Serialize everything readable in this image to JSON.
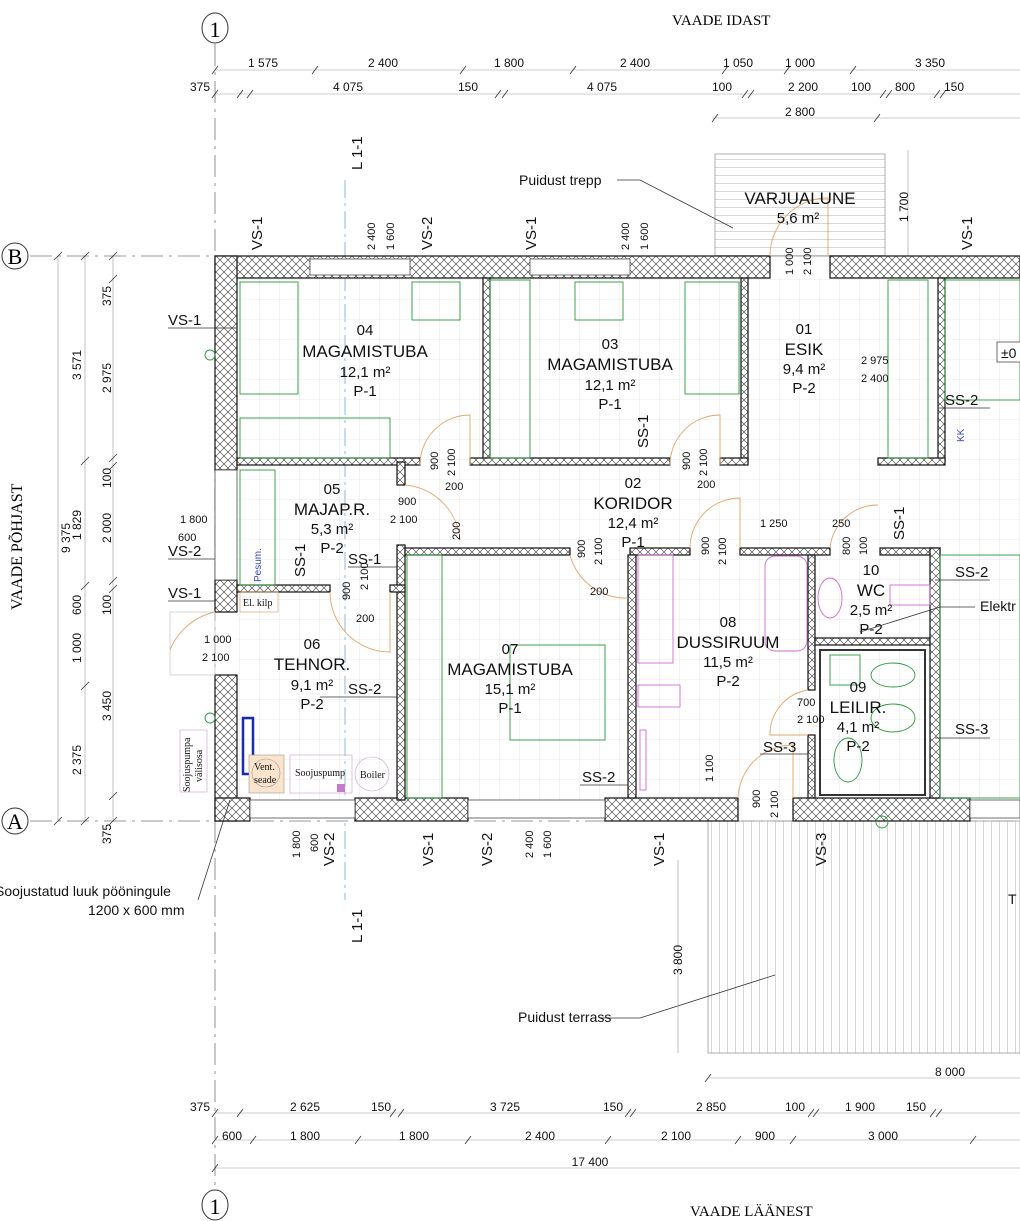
{
  "views": {
    "east": "VAADE IDAST",
    "west": "VAADE LÄÄNEST",
    "north": "VAADE PÕHJAST"
  },
  "axes": {
    "top": "1",
    "bottom": "1",
    "b": "B",
    "a": "A"
  },
  "section_marks": [
    "L 1-1",
    "L 1-1"
  ],
  "dims_top": {
    "row1": [
      "1 575",
      "2 400",
      "1 800",
      "2 400",
      "1 050",
      "1 000",
      "3 350"
    ],
    "row2": [
      "375",
      "4 075",
      "150",
      "4 075",
      "100",
      "2 200",
      "100",
      "800",
      "150"
    ],
    "row3": [
      "2 800"
    ],
    "porch_depth": "1 700"
  },
  "dims_left": {
    "total": "9 375",
    "col2": [
      "3 571",
      "1 829",
      "600",
      "1 000",
      "2 375"
    ],
    "col3": [
      "375",
      "2 975",
      "100",
      "2 000",
      "100",
      "3 450",
      "375"
    ]
  },
  "dims_bottom": {
    "row1": [
      "375",
      "2 625",
      "150",
      "3 725",
      "150",
      "2 850",
      "100",
      "1 900",
      "150"
    ],
    "row2": [
      "600",
      "1 800",
      "1 800",
      "2 400",
      "2 100",
      "900",
      "3 000"
    ],
    "total": "17 400",
    "terrace_width": "8 000",
    "terrace_depth": "3 800"
  },
  "rooms": [
    {
      "num": "04",
      "name": "MAGAMISTUBA",
      "area": "12,1 m²",
      "floor": "P-1"
    },
    {
      "num": "03",
      "name": "MAGAMISTUBA",
      "area": "12,1 m²",
      "floor": "P-1"
    },
    {
      "num": "01",
      "name": "ESIK",
      "area": "9,4 m²",
      "floor": "P-2"
    },
    {
      "num": "02",
      "name": "KORIDOR",
      "area": "12,4 m²",
      "floor": "P-1"
    },
    {
      "num": "05",
      "name": "MAJAP.R.",
      "area": "5,3 m²",
      "floor": "P-2"
    },
    {
      "num": "06",
      "name": "TEHNOR.",
      "area": "9,1 m²",
      "floor": "P-2"
    },
    {
      "num": "07",
      "name": "MAGAMISTUBA",
      "area": "15,1 m²",
      "floor": "P-1"
    },
    {
      "num": "08",
      "name": "DUSSIRUUM",
      "area": "11,5 m²",
      "floor": "P-2"
    },
    {
      "num": "10",
      "name": "WC",
      "area": "2,5 m²",
      "floor": "P-2"
    },
    {
      "num": "09",
      "name": "LEILIR.",
      "area": "4,1 m²",
      "floor": "P-2"
    },
    {
      "num": "",
      "name": "VARJUALUNE",
      "area": "5,6 m²",
      "floor": ""
    }
  ],
  "wall_tags": {
    "vs1": "VS-1",
    "vs2": "VS-2",
    "vs3": "VS-3",
    "ss1": "SS-1",
    "ss2": "SS-2",
    "ss3": "SS-3"
  },
  "opening_dims": {
    "w2400": "2 400",
    "w1600": "1 600",
    "d1000": "1 000",
    "d2100": "2 100",
    "d900": "900",
    "d800": "800",
    "d700": "700",
    "d100": "100",
    "d200": "200",
    "d1250": "1 250",
    "d250": "250",
    "d1100": "1 100",
    "w1800": "1 800",
    "w600": "600",
    "w2975": "2 975",
    "w2400b": "2 400"
  },
  "annotations": {
    "stair": "Puidust trepp",
    "terrace": "Puidust terrass",
    "hatch_line1": "Soojustatud luuk pööningule",
    "hatch_line2": "1200 x 600 mm",
    "electric": "Elektr",
    "level": "±0",
    "terrace_cut": "T"
  },
  "equipment": {
    "el_panel": "El. kilp",
    "vent1": "Vent.",
    "vent2": "seade",
    "heat_pump": "Soojuspump",
    "boiler": "Boiler",
    "outdoor1": "Soojuspumpa",
    "outdoor2": "välisosa",
    "washer": "Pesum.",
    "fridge": "KK"
  },
  "colors": {
    "fixture": "#2a9a3a",
    "door": "#e2a46a",
    "sanitary": "#d26ad2",
    "wall": "#111111"
  }
}
